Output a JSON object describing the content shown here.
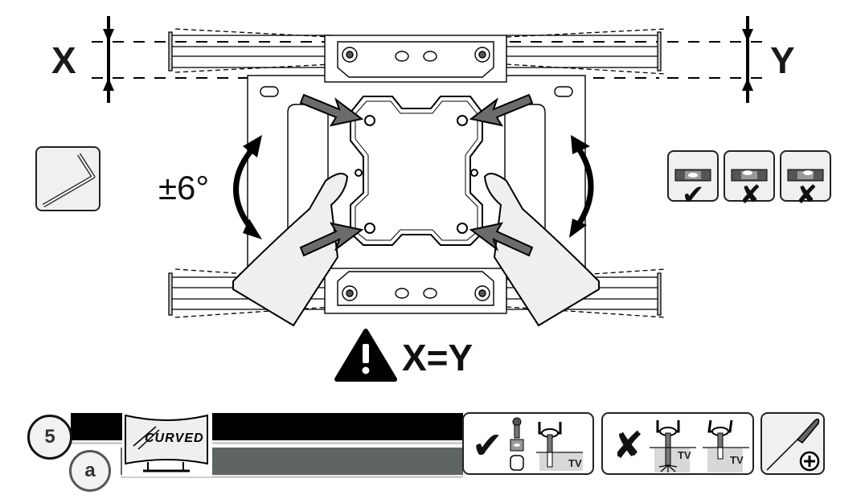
{
  "diagram": {
    "labels": {
      "x_label": "X",
      "y_label": "Y",
      "tilt_angle": "±6°",
      "equality_rule": "X=Y"
    },
    "icons": {
      "tool_tile": "hex-key-icon",
      "warning": "warning-triangle-icon",
      "level_tiles": [
        {
          "icon": "spirit-level-icon",
          "status": "correct",
          "mark": "✔"
        },
        {
          "icon": "spirit-level-icon",
          "status": "incorrect",
          "mark": "✘"
        },
        {
          "icon": "spirit-level-icon",
          "status": "incorrect",
          "mark": "✘"
        }
      ]
    },
    "colors": {
      "bar_top": "#000000",
      "bar_bottom": "#5f6564",
      "tile_bg": "#f0f0f0",
      "arrow_grey": "#6b6b6b"
    }
  },
  "step_bar": {
    "step_number": "5",
    "sub_step": "a",
    "tv_type_label": "CURVED",
    "panels": [
      {
        "name": "correct-mounting",
        "mark": "✔",
        "tv_labels": [
          "TV"
        ]
      },
      {
        "name": "incorrect-mounting",
        "mark": "✘",
        "tv_labels": [
          "TV",
          "TV"
        ]
      },
      {
        "name": "screwdriver",
        "mark": "⊕"
      }
    ]
  }
}
